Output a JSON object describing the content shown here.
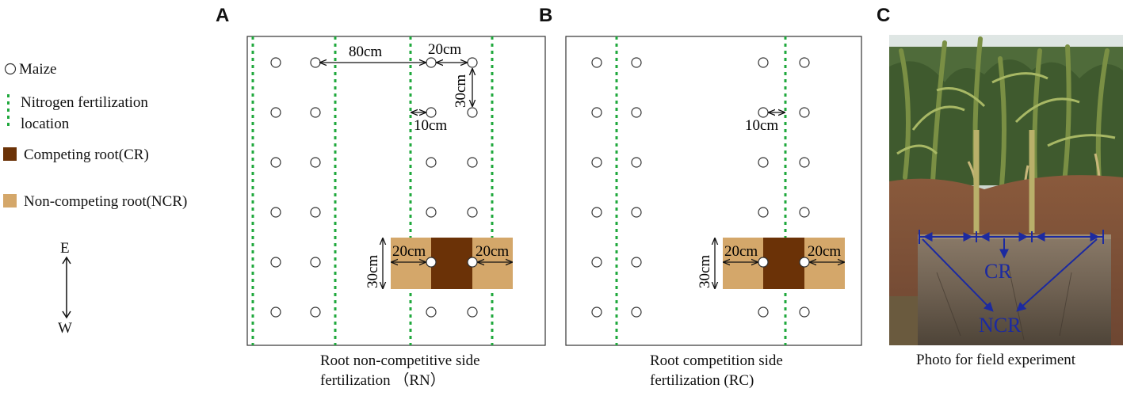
{
  "panels": {
    "a": "A",
    "b": "B",
    "c": "C"
  },
  "legend": {
    "maize": "Maize",
    "nitrogen_line1": "Nitrogen fertilization",
    "nitrogen_line2": "location",
    "competing_root": "Competing root(CR)",
    "non_competing_root": "Non-competing root(NCR)",
    "compass_east": "E",
    "compass_west": "W"
  },
  "diagram_a": {
    "dim_80": "80cm",
    "dim_20_top": "20cm",
    "dim_30_side": "30cm",
    "dim_10": "10cm",
    "dim_30_box": "30cm",
    "dim_20_left": "20cm",
    "dim_20_right": "20cm",
    "caption_line1": "Root non-competitive side",
    "caption_line2": "fertilization （RN）"
  },
  "diagram_b": {
    "dim_10": "10cm",
    "dim_30_box": "30cm",
    "dim_20_left": "20cm",
    "dim_20_right": "20cm",
    "caption_line1": "Root competition side",
    "caption_line2": "fertilization (RC)"
  },
  "photo": {
    "label_cr": "CR",
    "label_ncr": "NCR",
    "caption": "Photo for field experiment"
  },
  "colors": {
    "nitrogen_dots": "#1fa83c",
    "competing_root": "#6b3207",
    "non_competing_root": "#d4a76a",
    "photo_annotation": "#1c2aa0"
  }
}
